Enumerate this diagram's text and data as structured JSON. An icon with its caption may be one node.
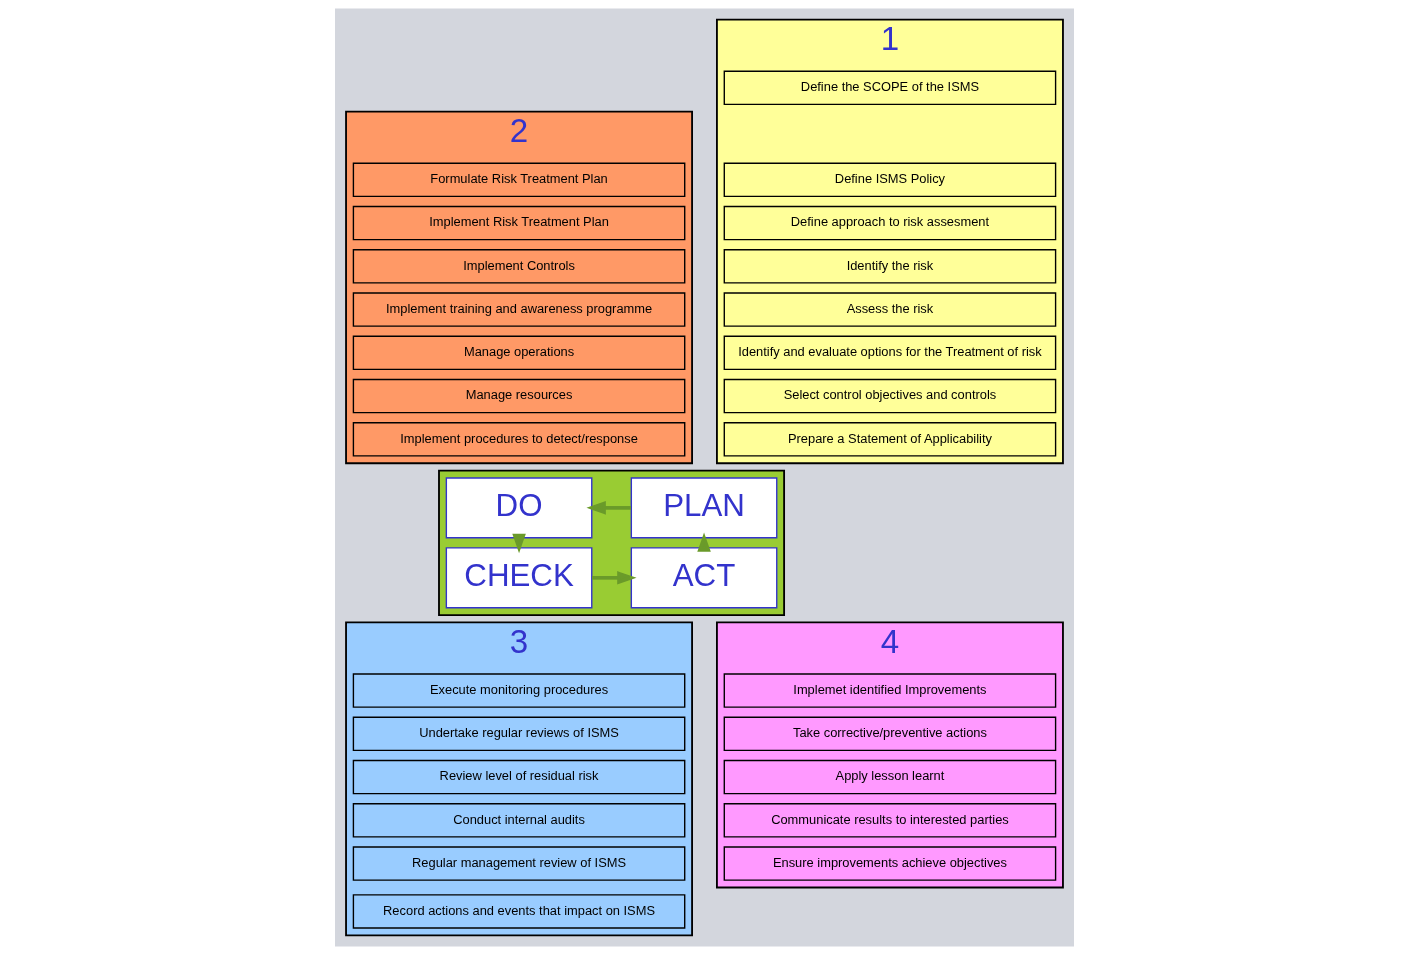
{
  "diagram": {
    "nodes": [
      {
        "text": [],
        "shape": "box",
        "beside": [
          "2"
        ]
      },
      {
        "text": [
          "Formulate Risk Treatment Plan"
        ],
        "in": 0
      },
      {
        "text": [
          "Implement Risk Treatment Plan"
        ],
        "in": 0
      },
      {
        "text": [
          "Implement Controls"
        ],
        "in": 0
      },
      {
        "text": [
          "Implement training and awareness programme"
        ],
        "in": 0
      },
      {
        "text": [
          "Manage operations"
        ],
        "in": 0
      },
      {
        "text": [
          "Manage resources"
        ],
        "in": 0
      },
      {
        "text": [
          "Implement procedures to detect/response"
        ],
        "in": 0
      },
      {
        "text": [],
        "shape": "box",
        "beside": [
          "1"
        ]
      },
      {
        "text": [
          "Define the SCOPE of the ISMS"
        ],
        "in": 8
      },
      {
        "text": [
          "Define ISMS Policy"
        ],
        "in": 8
      },
      {
        "text": [
          "Define approach to risk assesment"
        ],
        "in": 8
      },
      {
        "text": [
          "Identify the risk"
        ],
        "in": 8
      },
      {
        "text": [
          "Assess the risk"
        ],
        "in": 8
      },
      {
        "text": [
          "Identify and evaluate options for the Treatment of risk"
        ],
        "in": 8
      },
      {
        "text": [
          "Select control objectives and controls"
        ],
        "in": 8
      },
      {
        "text": [
          "Prepare a Statement of Applicability"
        ],
        "in": 8
      },
      {
        "text": [],
        "shape": "box"
      },
      {
        "text": [
          "DO"
        ],
        "in": 17
      },
      {
        "text": [
          "PLAN"
        ],
        "in": 17
      },
      {
        "text": [
          "CHECK"
        ],
        "in": 17
      },
      {
        "text": [
          "ACT"
        ],
        "in": 17
      },
      {
        "text": [],
        "shape": "box",
        "beside": [
          "3"
        ]
      },
      {
        "text": [
          "Execute monitoring procedures"
        ],
        "in": 22
      },
      {
        "text": [
          "Undertake regular reviews of ISMS"
        ],
        "in": 22
      },
      {
        "text": [
          "Review level of residual risk"
        ],
        "in": 22
      },
      {
        "text": [
          "Conduct internal audits"
        ],
        "in": 22
      },
      {
        "text": [
          "Regular management review of ISMS"
        ],
        "in": 22
      },
      {
        "text": [
          "Record actions and events that impact on ISMS"
        ],
        "in": 22
      },
      {
        "text": [],
        "shape": "box",
        "beside": [
          "4"
        ]
      },
      {
        "text": [
          "Implemet identified Improvements"
        ],
        "in": 29
      },
      {
        "text": [
          "Take corrective/preventive actions"
        ],
        "in": 29
      },
      {
        "text": [
          "Apply lesson learnt"
        ],
        "in": 29
      },
      {
        "text": [
          "Communicate results to interested parties"
        ],
        "in": 29
      },
      {
        "text": [
          "Ensure improvements achieve objectives"
        ],
        "in": 29
      }
    ],
    "edges": [
      {
        "from": 19,
        "to": 18,
        "arrow": "to"
      },
      {
        "from": 18,
        "to": 20,
        "arrow": "to"
      },
      {
        "from": 20,
        "to": 21,
        "arrow": "to"
      },
      {
        "from": 21,
        "to": 19,
        "arrow": "to"
      }
    ]
  }
}
